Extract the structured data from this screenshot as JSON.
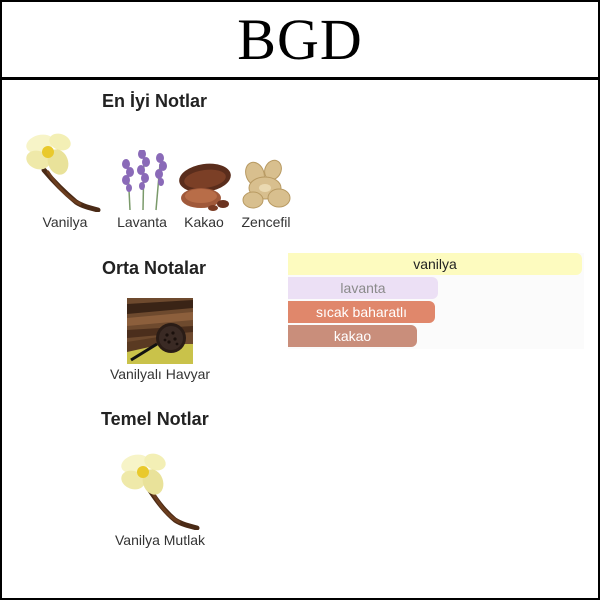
{
  "brand": {
    "title": "BGD"
  },
  "top_notes": {
    "title": "En İyi Notlar",
    "items": [
      {
        "label": "Vanilya",
        "icon": "vanilla-flower-icon"
      },
      {
        "label": "Lavanta",
        "icon": "lavender-icon"
      },
      {
        "label": "Kakao",
        "icon": "cocoa-icon"
      },
      {
        "label": "Zencefil",
        "icon": "ginger-icon"
      }
    ]
  },
  "middle_notes": {
    "title": "Orta Notalar",
    "items": [
      {
        "label": "Vanilyalı Havyar",
        "icon": "vanilla-caviar-icon"
      }
    ]
  },
  "base_notes": {
    "title": "Temel Notlar",
    "items": [
      {
        "label": "Vanilya Mutlak",
        "icon": "vanilla-flower-icon"
      }
    ]
  },
  "accords": [
    {
      "label": "vanilya",
      "strength": 1.0,
      "color": "#fdfbbf",
      "text_color": "#222222"
    },
    {
      "label": "lavanta",
      "strength": 0.51,
      "color": "#ece0f5",
      "text_color": "#8a8a8a"
    },
    {
      "label": "sıcak baharatlı",
      "strength": 0.5,
      "color": "#e0876b",
      "text_color": "#ffffff"
    },
    {
      "label": "kakao",
      "strength": 0.44,
      "color": "#c98e7b",
      "text_color": "#ffffff"
    }
  ]
}
